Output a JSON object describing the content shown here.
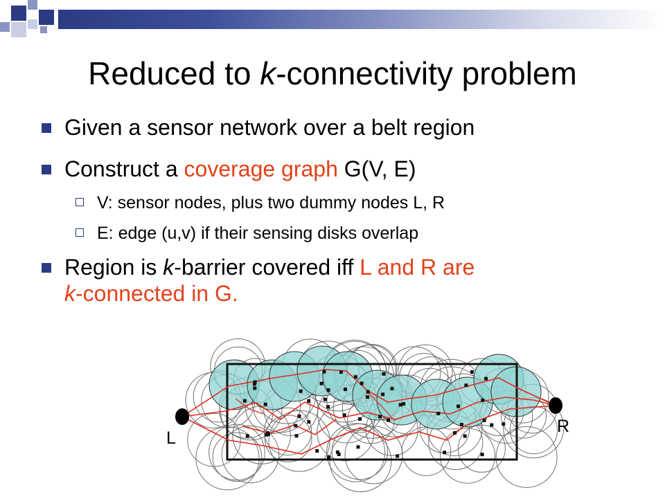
{
  "slide": {
    "title": {
      "prefix": "Reduced to ",
      "italic": "k",
      "suffix": "-connectivity problem"
    },
    "bullets": [
      {
        "text": "Given a sensor network over a belt region"
      },
      {
        "before": "Construct a ",
        "highlight": "coverage graph",
        "after": " G(V, E)",
        "sub": [
          {
            "text": "V: sensor nodes, plus two dummy nodes L, R"
          },
          {
            "text": "E: edge (u,v) if their sensing disks overlap"
          }
        ]
      },
      {
        "line1_before": "Region is ",
        "line1_italic": "k",
        "line1_mid": "-barrier covered iff ",
        "line1_highlight": "L and R are",
        "line2_italic": "k",
        "line2_highlight": "-connected in G."
      }
    ]
  },
  "figure": {
    "label_left": "L",
    "label_right": "R"
  },
  "colors": {
    "accent_red": "#e3421a",
    "bullet_blue": "#2b3a82",
    "disk_fill": "#8fd4d2",
    "edge_red": "#e32b1f"
  }
}
